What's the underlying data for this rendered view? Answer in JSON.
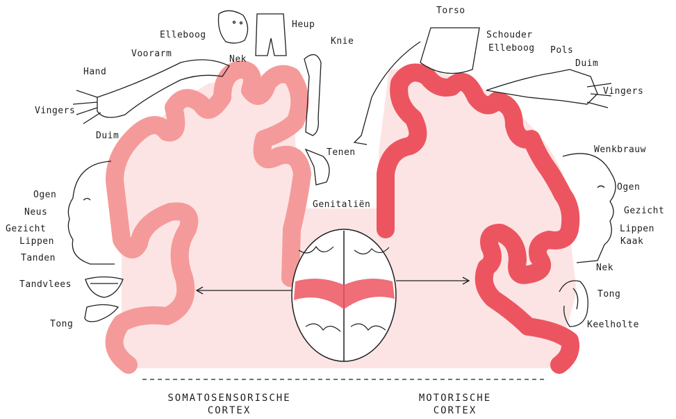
{
  "colors": {
    "background_fill": "#fde4e4",
    "sensory_band": "#f59a9a",
    "motor_band": "#ec5560",
    "outline": "#1e1e1e"
  },
  "sensory": {
    "labels": [
      "Elleboog",
      "Voorarm",
      "Hand",
      "Vingers",
      "Duim",
      "Nek",
      "Heup",
      "Knie",
      "Tenen",
      "Genitaliën",
      "Ogen",
      "Neus",
      "Gezicht",
      "Lippen",
      "Tanden",
      "Tandvlees",
      "Tong"
    ],
    "caption_line1": "SOMATOSENSORISCHE",
    "caption_line2": "CORTEX"
  },
  "motor": {
    "labels": [
      "Torso",
      "Schouder",
      "Elleboog",
      "Pols",
      "Duim",
      "Vingers",
      "Wenkbrauw",
      "Ogen",
      "Gezicht",
      "Lippen",
      "Kaak",
      "Nek",
      "Tong",
      "Keelholte"
    ],
    "caption_line1": "MOTORISCHE",
    "caption_line2": "CORTEX"
  },
  "icons": [
    "face-icon",
    "hip-icon",
    "arm-icon",
    "leg-icon",
    "foot-icon",
    "profile-head-icon",
    "teeth-icon",
    "tongue-icon",
    "torso-icon",
    "brain-icon",
    "throat-icon"
  ]
}
